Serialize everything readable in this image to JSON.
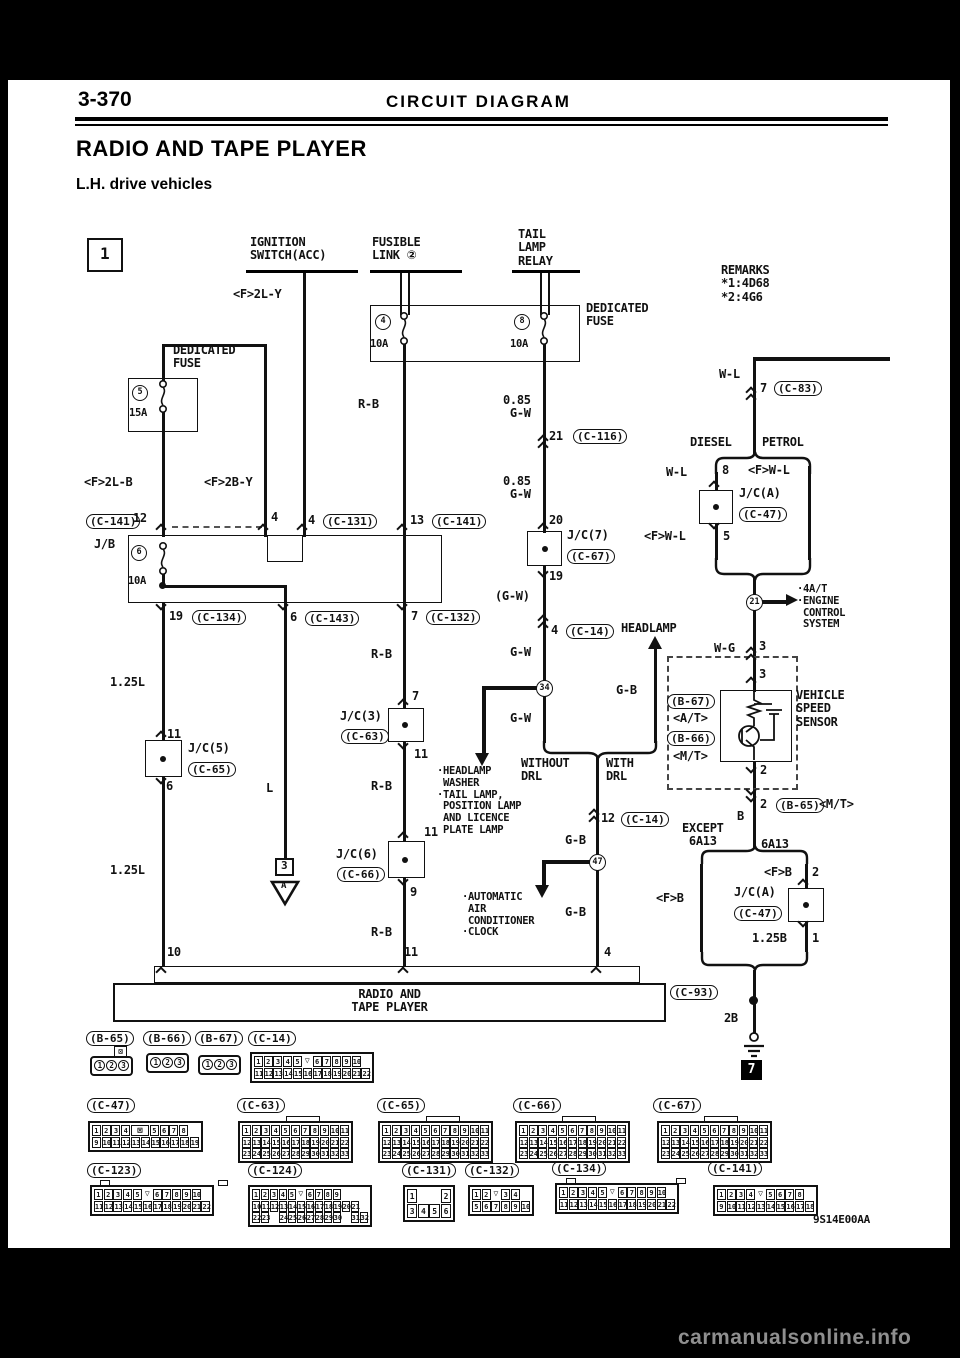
{
  "page": {
    "number": "3-370",
    "section_header": "CIRCUIT DIAGRAM",
    "title": "RADIO AND TAPE PLAYER",
    "subtitle": "L.H. drive vehicles",
    "figure_number": "1",
    "diagram_code": "9S14E00AA",
    "watermark": "carmanualsonline.info",
    "ground_tag": "7"
  },
  "remarks": {
    "text": "REMARKS\n*1:4D68\n*2:4G6"
  },
  "components": {
    "ignition_switch": "IGNITION\nSWITCH(ACC)",
    "fusible_link": "FUSIBLE\nLINK ②",
    "tail_lamp_relay": "TAIL\nLAMP\nRELAY",
    "dedicated_fuse": "DEDICATED\nFUSE",
    "junction_block": "J/B",
    "radio": "RADIO AND\nTAPE PLAYER",
    "headlamp": "HEADLAMP",
    "vehicle_speed_sensor": "VEHICLE\nSPEED\nSENSOR",
    "jc3": "J/C(3)",
    "jc5": "J/C(5)",
    "jc6": "J/C(6)",
    "jc7": "J/C(7)",
    "jca": "J/C(A)",
    "without_drl": "WITHOUT\nDRL",
    "with_drl": "WITH\nDRL",
    "diesel": "DIESEL",
    "petrol": "PETROL",
    "except_6a13": "EXCEPT\n 6A13",
    "only_6a13": "6A13",
    "headlamp_washer_list": "·HEADLAMP\n WASHER\n·TAIL LAMP,\n POSITION LAMP\n AND LICENCE\n PLATE LAMP",
    "aircon_list": "·AUTOMATIC\n AIR\n CONDITIONER\n·CLOCK",
    "engine_list": "·4A/T\n·ENGINE\n CONTROL\n SYSTEM",
    "triangle_a": "A",
    "box3": "3"
  },
  "fuses": {
    "f4": {
      "no": "4",
      "amp": "10A"
    },
    "f5": {
      "no": "5",
      "amp": "15A"
    },
    "f6": {
      "no": "6",
      "amp": "10A"
    },
    "f8": {
      "no": "8",
      "amp": "10A"
    }
  },
  "wires": {
    "f2ly": "<F>2L-Y",
    "f2lb": "<F>2L-B",
    "f2by": "<F>2B-Y",
    "rb": "R-B",
    "gw": "G-W",
    "gw_paren": "(G-W)",
    "gw085": "0.85\n G-W",
    "gb": "G-B",
    "wl": "W-L",
    "wg": "W-G",
    "fwl": "<F>W-L",
    "fb": "<F>B",
    "l": "L",
    "b": "B",
    "b2": "2B",
    "l125": "1.25L",
    "l125b": "1.25B",
    "at": "<A/T>",
    "mt": "<M/T>"
  },
  "refs": {
    "c14": "(C-14)",
    "c47": "(C-47)",
    "c63": "(C-63)",
    "c65": "(C-65)",
    "c66": "(C-66)",
    "c67": "(C-67)",
    "c83": "(C-83)",
    "c93": "(C-93)",
    "c116": "(C-116)",
    "c123": "(C-123)",
    "c124": "(C-124)",
    "c131": "(C-131)",
    "c132": "(C-132)",
    "c134": "(C-134)",
    "c141": "(C-141)",
    "c143": "(C-143)",
    "b65": "(B-65)",
    "b66": "(B-66)",
    "b67": "(B-67)"
  },
  "pins": {
    "p1": "1",
    "p2": "2",
    "p3": "3",
    "p4": "4",
    "p5": "5",
    "p6": "6",
    "p7": "7",
    "p8": "8",
    "p9": "9",
    "p10": "10",
    "p11": "11",
    "p12": "12",
    "p13": "13",
    "p19": "19",
    "p20": "20",
    "p21": "21"
  },
  "nodes": {
    "n21": "21",
    "n34": "34",
    "n47": "47"
  },
  "connector_pinouts": {
    "b65": {
      "rows": [
        [
          "1",
          "2",
          "3"
        ]
      ]
    },
    "b66": {
      "rows": [
        [
          "1",
          "2",
          "3"
        ]
      ]
    },
    "b67": {
      "rows": [
        [
          "1",
          "2",
          "3"
        ]
      ]
    },
    "c14": {
      "rows": [
        [
          "1",
          "2",
          "3",
          "4",
          "5",
          "v",
          "6",
          "7",
          "8",
          "9",
          "10"
        ],
        [
          "11",
          "12",
          "13",
          "14",
          "15",
          "16",
          "17",
          "18",
          "19",
          "20",
          "21",
          "22"
        ]
      ]
    },
    "c47": {
      "rows": [
        [
          "1",
          "2",
          "3",
          "4",
          "x",
          "5",
          "6",
          "7",
          "8"
        ],
        [
          "9",
          "10",
          "11",
          "12",
          "13",
          "14",
          "15",
          "16",
          "17",
          "18",
          "19"
        ]
      ]
    },
    "c63": {
      "rows": [
        [
          "1",
          "2",
          "3",
          "4",
          "5",
          "6",
          "7",
          "8",
          "9",
          "10",
          "11"
        ],
        [
          "12",
          "13",
          "14",
          "15",
          "16",
          "17",
          "18",
          "19",
          "20",
          "21",
          "22"
        ],
        [
          "23",
          "24",
          "25",
          "26",
          "27",
          "28",
          "29",
          "30",
          "31",
          "32",
          "33"
        ]
      ]
    },
    "c65": {
      "rows": [
        [
          "1",
          "2",
          "3",
          "4",
          "5",
          "6",
          "7",
          "8",
          "9",
          "10",
          "11"
        ],
        [
          "12",
          "13",
          "14",
          "15",
          "16",
          "17",
          "18",
          "19",
          "20",
          "21",
          "22"
        ],
        [
          "23",
          "24",
          "25",
          "26",
          "27",
          "28",
          "29",
          "30",
          "31",
          "32",
          "33"
        ]
      ]
    },
    "c66": {
      "rows": [
        [
          "1",
          "2",
          "3",
          "4",
          "5",
          "6",
          "7",
          "8",
          "9",
          "10",
          "11"
        ],
        [
          "12",
          "13",
          "14",
          "15",
          "16",
          "17",
          "18",
          "19",
          "20",
          "21",
          "22"
        ],
        [
          "23",
          "24",
          "25",
          "26",
          "27",
          "28",
          "29",
          "30",
          "31",
          "32",
          "33"
        ]
      ]
    },
    "c67": {
      "rows": [
        [
          "1",
          "2",
          "3",
          "4",
          "5",
          "6",
          "7",
          "8",
          "9",
          "10",
          "11"
        ],
        [
          "12",
          "13",
          "14",
          "15",
          "16",
          "17",
          "18",
          "19",
          "20",
          "21",
          "22"
        ],
        [
          "23",
          "24",
          "25",
          "26",
          "27",
          "28",
          "29",
          "30",
          "31",
          "32",
          "33"
        ]
      ]
    },
    "c123": {
      "rows": [
        [
          "1",
          "2",
          "3",
          "4",
          "5",
          "v",
          "6",
          "7",
          "8",
          "9",
          "10"
        ],
        [
          "11",
          "12",
          "13",
          "14",
          "15",
          "16",
          "17",
          "18",
          "19",
          "20",
          "21",
          "22"
        ]
      ]
    },
    "c124": {
      "rows": [
        [
          "1",
          "2",
          "3",
          "4",
          "5",
          "vw",
          "6",
          "7",
          "8",
          "9"
        ],
        [
          "10",
          "11",
          "12",
          "13",
          "14",
          "15",
          "16",
          "17",
          "18",
          "19",
          "20",
          "21"
        ],
        [
          "22",
          "23",
          "",
          "24",
          "25",
          "26",
          "27",
          "28",
          "29",
          "30",
          "",
          "31",
          "32"
        ]
      ]
    },
    "c131": {
      "rows": [
        [
          "1",
          "",
          "",
          "2"
        ],
        [
          "3",
          "4",
          "5",
          "6"
        ]
      ]
    },
    "c132": {
      "rows": [
        [
          "1",
          "2",
          "v",
          "3",
          "4"
        ],
        [
          "5",
          "6",
          "7",
          "8",
          "9",
          "10"
        ]
      ]
    },
    "c134": {
      "rows": [
        [
          "1",
          "2",
          "3",
          "4",
          "5",
          "v",
          "6",
          "7",
          "8",
          "9",
          "10"
        ],
        [
          "11",
          "12",
          "13",
          "14",
          "15",
          "16",
          "17",
          "18",
          "19",
          "20",
          "21",
          "22"
        ]
      ]
    },
    "c141": {
      "rows": [
        [
          "1",
          "2",
          "3",
          "4",
          "v",
          "5",
          "6",
          "7",
          "8"
        ],
        [
          "9",
          "10",
          "11",
          "12",
          "13",
          "14",
          "15",
          "16",
          "17",
          "18"
        ]
      ]
    }
  }
}
